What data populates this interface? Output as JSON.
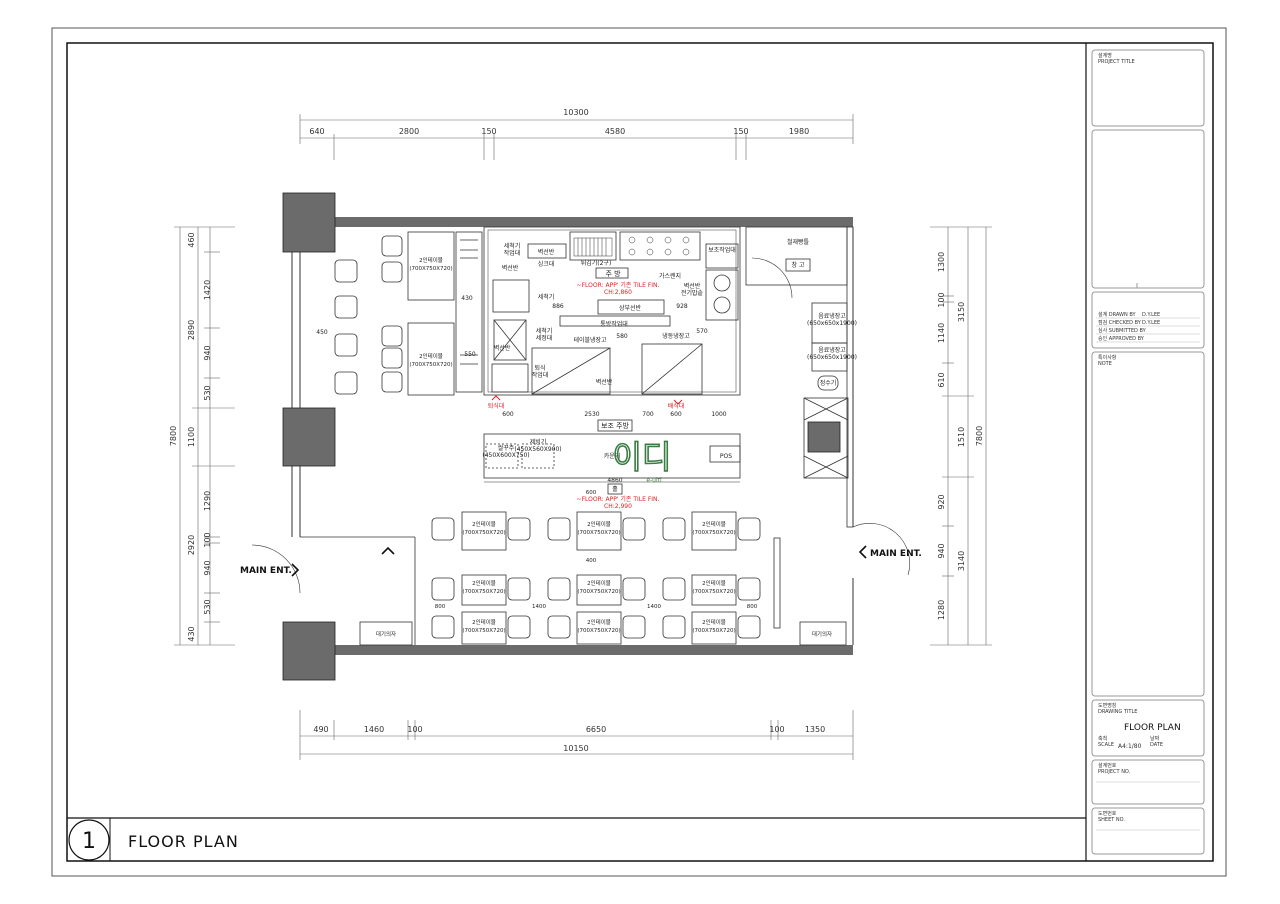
{
  "sheet": {
    "drawing_number": "1",
    "drawing_caption": "FLOOR PLAN"
  },
  "title_block": {
    "project_title_kr": "설계명",
    "project_title_en": "PROJECT TITLE",
    "drawn_by_label": "설계  DRAWN BY",
    "drawn_by_value": "D.Y.LEE",
    "checked_by_label": "점검  CHECKED BY",
    "checked_by_value": "D.Y.LEE",
    "submitted_by_label": "심사  SUBMITTED BY",
    "approved_by_label": "승인  APPROVED BY",
    "note_kr": "특이사항",
    "note_en": "NOTE",
    "drawing_title_kr": "도면명칭",
    "drawing_title_en": "DRAWING TITLE",
    "drawing_title_value": "FLOOR PLAN",
    "scale_kr": "축척",
    "scale_en": "SCALE",
    "scale_value": "A4:1/80",
    "date_kr": "날짜",
    "date_en": "DATE",
    "project_no_kr": "설계번호",
    "project_no_en": "PROJECT NO.",
    "sheet_no_kr": "도면번호",
    "sheet_no_en": "SHEET NO."
  },
  "dimensions": {
    "top_total": "10300",
    "top_segments": [
      "640",
      "2800",
      "150",
      "4580",
      "150",
      "1980"
    ],
    "bottom_total": "10150",
    "bottom_segments": [
      "490",
      "1460",
      "100",
      "6650",
      "100",
      "1350"
    ],
    "left_total": "7800",
    "left_mid": [
      "2890",
      "1100",
      "2920"
    ],
    "left_fine": [
      "460",
      "1420",
      "940",
      "530",
      "1290",
      "100",
      "940",
      "530",
      "430"
    ],
    "right_total": "7800",
    "right_mid": [
      "3150",
      "1510",
      "3140"
    ],
    "right_fine": [
      "1300",
      "100",
      "1140",
      "610",
      "920",
      "940",
      "1280"
    ]
  },
  "kitchen": {
    "label_kitchen": "주 방",
    "floor_note": "~FLOOR: APP' 기존 TILE FIN.",
    "ceiling_note": "CH:2,860",
    "washing_table": "세척기\n작업대",
    "sink_table": "싱크대",
    "shelf_1": "벽선반",
    "shelf_2": "벽선반",
    "shelf_3": "벽선반",
    "shelf_4": "벽선반",
    "fryer": "튀김기(2구)",
    "gas_range": "가스렌지",
    "aux_table": "보조작업대",
    "wall_shelf_electric": "벽선반\n전기밥솥",
    "dishwasher": "세척기",
    "dishwasher_table": "세척기\n세정대",
    "upper_shelf": "상부선반",
    "center_table": "통방작업대",
    "table_fridge": "테이블냉장고",
    "freezer": "냉동냉장고",
    "waste_table": "퇴식\n작업대",
    "dim_886": "886",
    "dim_928": "928",
    "dim_570": "570",
    "dim_580": "580",
    "dim_430": "430",
    "dim_550": "550",
    "dim_450": "450",
    "storage": "창 고",
    "storage_note": "철재빵틀",
    "beverage_fridge_1": "음료냉장고\n(650x650x1900)",
    "beverage_fridge_2": "음료냉장고\n(650x650x1900)",
    "water_purifier": "정수기"
  },
  "service": {
    "aux_kitchen": "보조 주방",
    "pickup_1": "퇴식대",
    "pickup_2": "배식대",
    "dim_600a": "600",
    "dim_2530": "2530",
    "dim_700": "700",
    "dim_600b": "600",
    "dim_1000": "1000",
    "rice_cooker": "쌀꾸주\n(450X600X750)",
    "ice_maker": "제빙기\n(450X560X900)",
    "counter": "카운터",
    "pos": "POS",
    "dim_4860": "4860",
    "hall_floor_note": "~FLOOR: APP' 기존 TILE FIN.",
    "hall_ceiling_note": "CH:2,990",
    "hall_label": "홀",
    "logo_text": "이디",
    "logo_sub": "e-uiti"
  },
  "dining": {
    "table_label": "2인테이블",
    "table_size": "(700X750X720)",
    "waiting_left": "대기의자",
    "waiting_right": "대기의자",
    "main_entrance_left": "MAIN ENT.",
    "main_entrance_right": "MAIN ENT.",
    "gap_800_left": "800",
    "gap_1400_left": "1400",
    "gap_1400_right": "1400",
    "gap_800_right": "800",
    "gap_400": "400",
    "gap_600": "600"
  }
}
